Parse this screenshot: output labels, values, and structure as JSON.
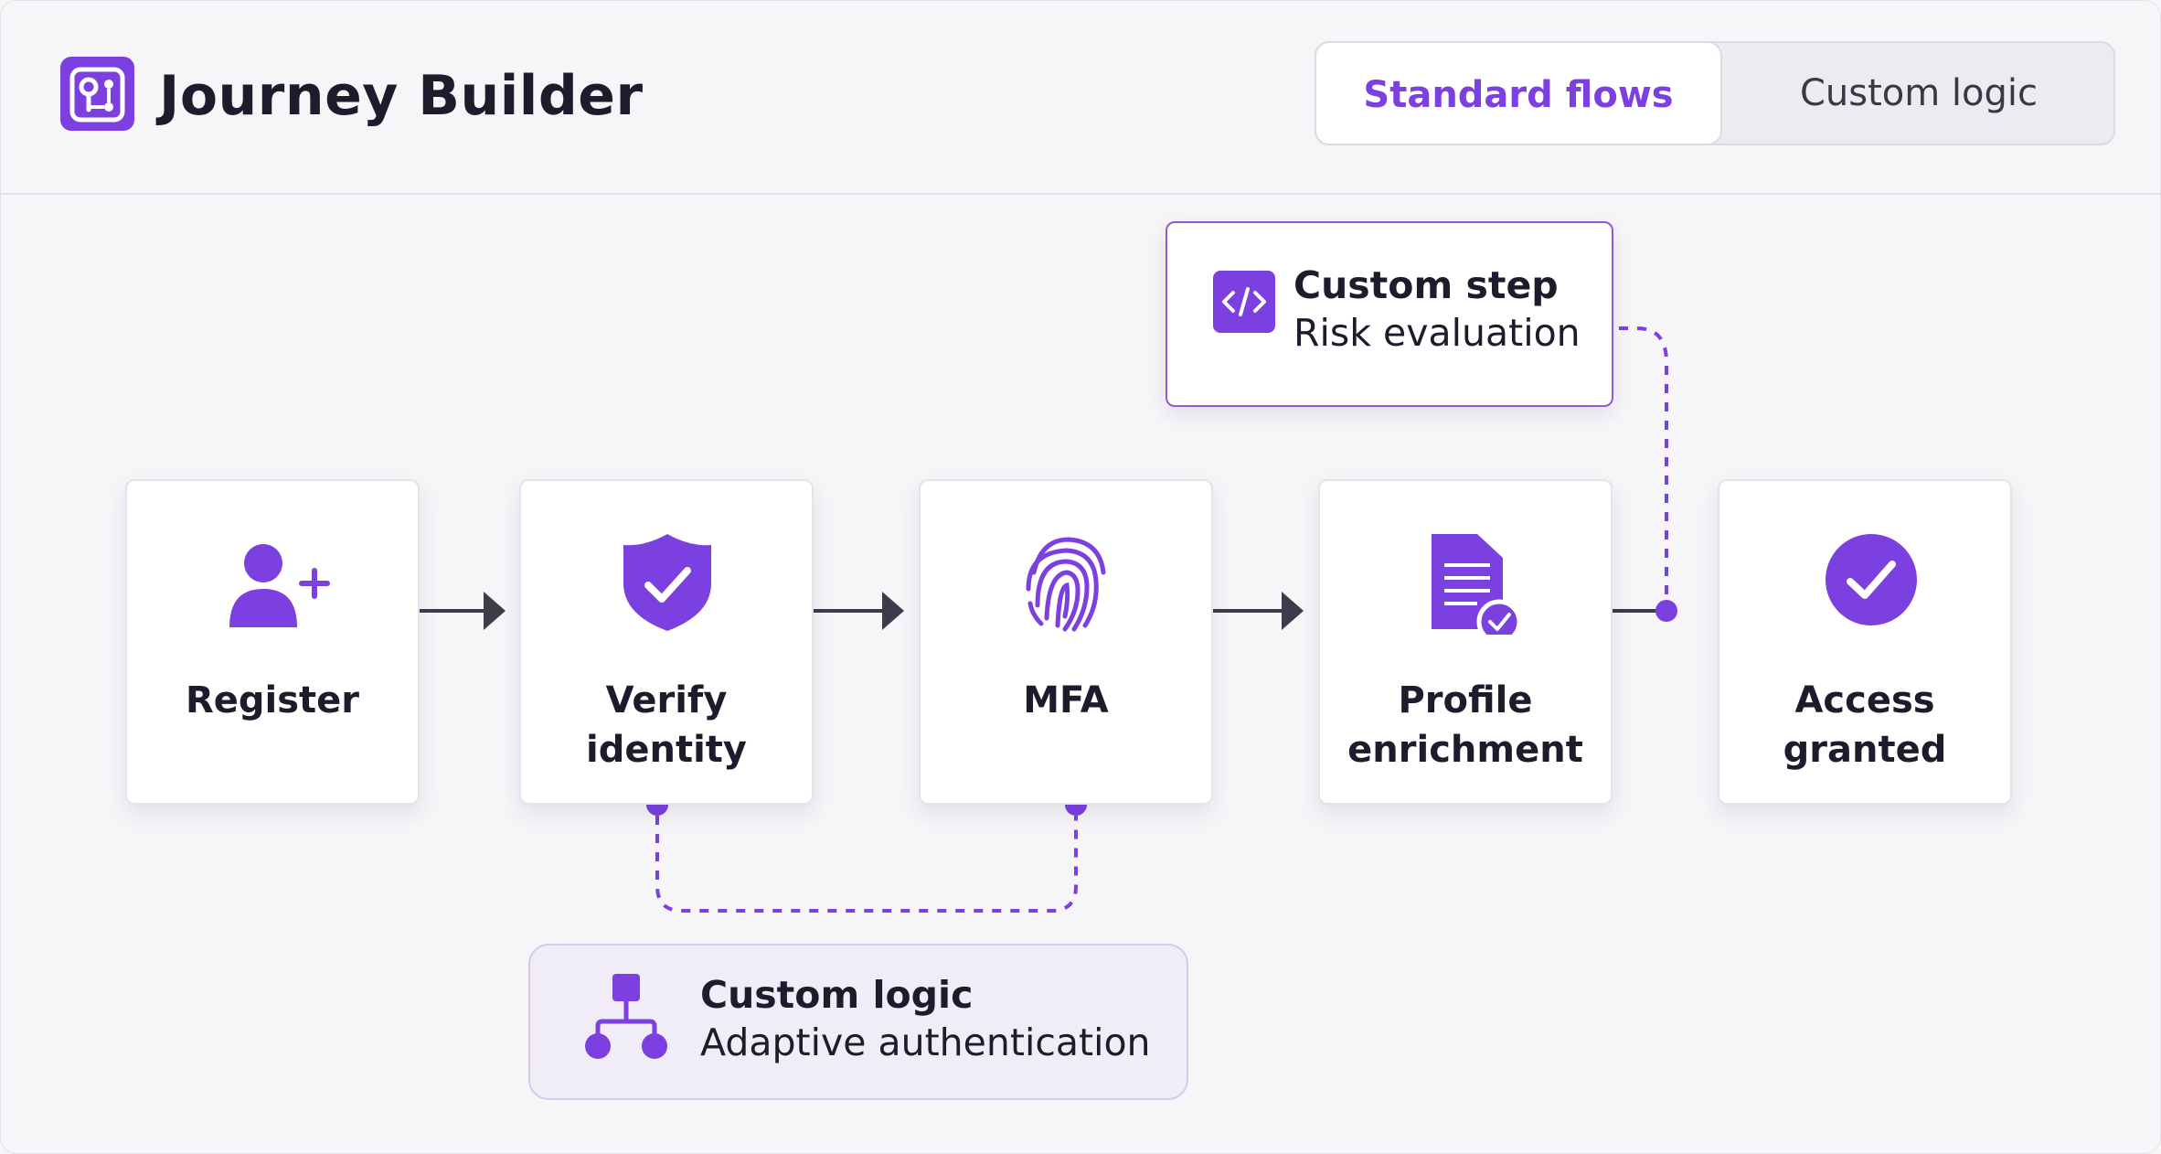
{
  "app": {
    "title": "Journey Builder",
    "logo_icon": "route-map-icon"
  },
  "tabs": [
    {
      "label": "Standard flows",
      "active": true
    },
    {
      "label": "Custom logic",
      "active": false
    }
  ],
  "colors": {
    "accent": "#7c3fe0",
    "text": "#1f1b2d",
    "background": "#f6f6f9",
    "connector": "#3f3b4a"
  },
  "flow": {
    "nodes": [
      {
        "label": "Register",
        "icon": "user-add-icon"
      },
      {
        "label": "Verify\nidentity",
        "icon": "shield-check-icon"
      },
      {
        "label": "MFA",
        "icon": "fingerprint-icon"
      },
      {
        "label": "Profile\nenrichment",
        "icon": "document-check-icon"
      },
      {
        "label": "Access\ngranted",
        "icon": "check-circle-icon"
      }
    ]
  },
  "callouts": {
    "custom_step": {
      "title": "Custom step",
      "subtitle": "Risk evaluation",
      "icon": "code-icon"
    },
    "custom_logic": {
      "title": "Custom logic",
      "subtitle": "Adaptive authentication",
      "icon": "branch-icon"
    }
  }
}
